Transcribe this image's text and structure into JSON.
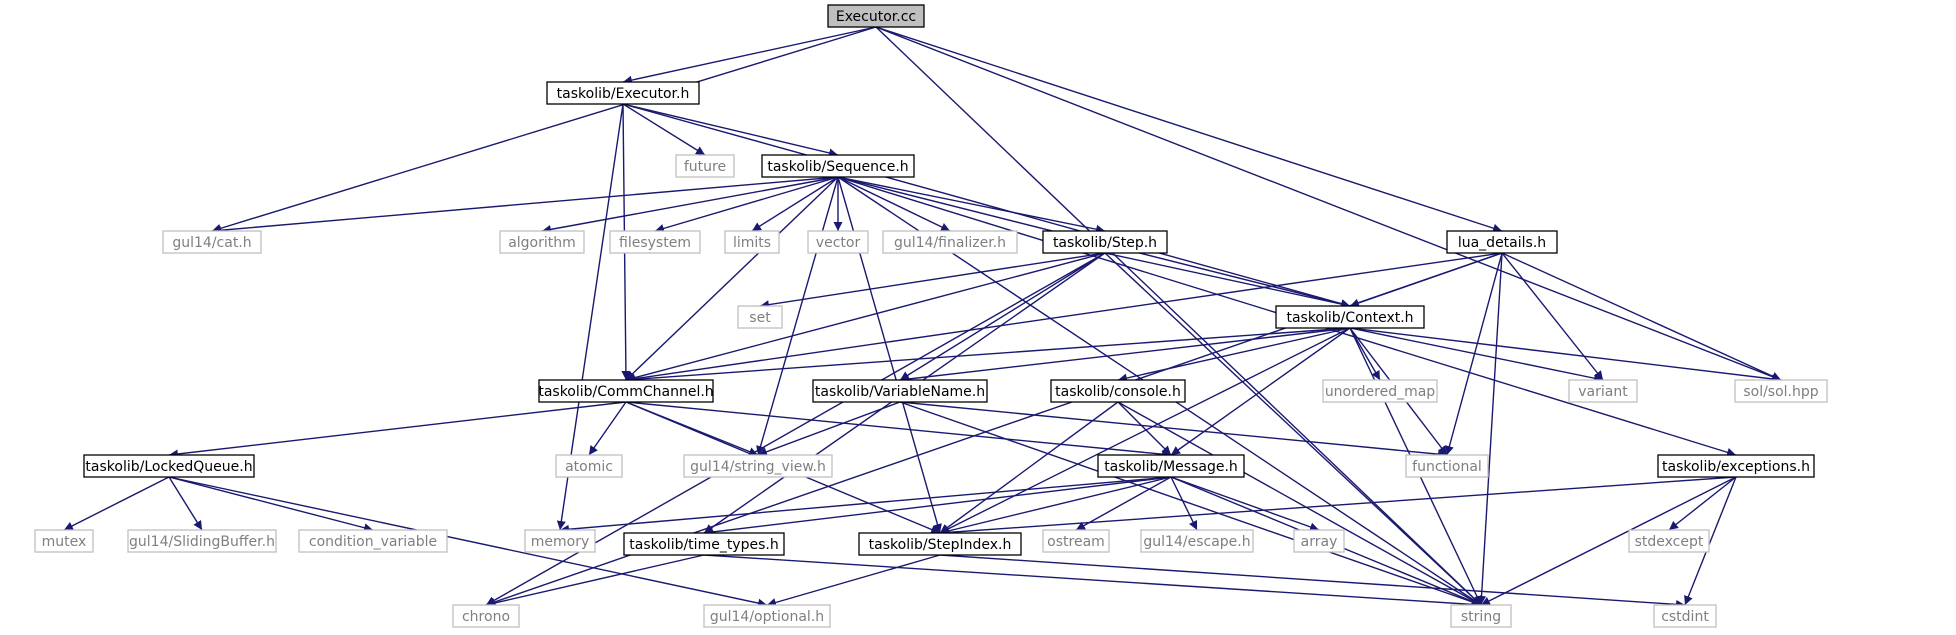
{
  "colors": {
    "edge": "#191970",
    "project_border": "#000000",
    "system_border": "#bfbfbf",
    "system_text": "#7f7f7f",
    "root_fill": "#bfbfbf"
  },
  "nodes": [
    {
      "id": "executor_cc",
      "label": "Executor.cc",
      "kind": "root"
    },
    {
      "id": "executor_h",
      "label": "taskolib/Executor.h",
      "kind": "project"
    },
    {
      "id": "future",
      "label": "future",
      "kind": "system"
    },
    {
      "id": "sequence_h",
      "label": "taskolib/Sequence.h",
      "kind": "project"
    },
    {
      "id": "cat_h",
      "label": "gul14/cat.h",
      "kind": "system"
    },
    {
      "id": "algorithm",
      "label": "algorithm",
      "kind": "system"
    },
    {
      "id": "filesystem",
      "label": "filesystem",
      "kind": "system"
    },
    {
      "id": "limits",
      "label": "limits",
      "kind": "system"
    },
    {
      "id": "vector",
      "label": "vector",
      "kind": "system"
    },
    {
      "id": "finalizer_h",
      "label": "gul14/finalizer.h",
      "kind": "system"
    },
    {
      "id": "step_h",
      "label": "taskolib/Step.h",
      "kind": "project"
    },
    {
      "id": "lua_details_h",
      "label": "lua_details.h",
      "kind": "project"
    },
    {
      "id": "set",
      "label": "set",
      "kind": "system"
    },
    {
      "id": "context_h",
      "label": "taskolib/Context.h",
      "kind": "project"
    },
    {
      "id": "commchannel_h",
      "label": "taskolib/CommChannel.h",
      "kind": "project"
    },
    {
      "id": "variablename_h",
      "label": "taskolib/VariableName.h",
      "kind": "project"
    },
    {
      "id": "console_h",
      "label": "taskolib/console.h",
      "kind": "project"
    },
    {
      "id": "unordered_map",
      "label": "unordered_map",
      "kind": "system"
    },
    {
      "id": "variant",
      "label": "variant",
      "kind": "system"
    },
    {
      "id": "sol_hpp",
      "label": "sol/sol.hpp",
      "kind": "system"
    },
    {
      "id": "lockedqueue_h",
      "label": "taskolib/LockedQueue.h",
      "kind": "project"
    },
    {
      "id": "atomic",
      "label": "atomic",
      "kind": "system"
    },
    {
      "id": "string_view_h",
      "label": "gul14/string_view.h",
      "kind": "system"
    },
    {
      "id": "message_h",
      "label": "taskolib/Message.h",
      "kind": "project"
    },
    {
      "id": "functional",
      "label": "functional",
      "kind": "system"
    },
    {
      "id": "exceptions_h",
      "label": "taskolib/exceptions.h",
      "kind": "project"
    },
    {
      "id": "mutex",
      "label": "mutex",
      "kind": "system"
    },
    {
      "id": "slidingbuffer_h",
      "label": "gul14/SlidingBuffer.h",
      "kind": "system"
    },
    {
      "id": "condition_variable",
      "label": "condition_variable",
      "kind": "system"
    },
    {
      "id": "memory",
      "label": "memory",
      "kind": "system"
    },
    {
      "id": "time_types_h",
      "label": "taskolib/time_types.h",
      "kind": "project"
    },
    {
      "id": "stepindex_h",
      "label": "taskolib/StepIndex.h",
      "kind": "project"
    },
    {
      "id": "ostream",
      "label": "ostream",
      "kind": "system"
    },
    {
      "id": "escape_h",
      "label": "gul14/escape.h",
      "kind": "system"
    },
    {
      "id": "array",
      "label": "array",
      "kind": "system"
    },
    {
      "id": "stdexcept",
      "label": "stdexcept",
      "kind": "system"
    },
    {
      "id": "chrono",
      "label": "chrono",
      "kind": "system"
    },
    {
      "id": "optional_h",
      "label": "gul14/optional.h",
      "kind": "system"
    },
    {
      "id": "string",
      "label": "string",
      "kind": "system"
    },
    {
      "id": "cstdint",
      "label": "cstdint",
      "kind": "system"
    }
  ],
  "edges": [
    [
      "executor_cc",
      "executor_h"
    ],
    [
      "executor_cc",
      "cat_h"
    ],
    [
      "executor_cc",
      "lua_details_h"
    ],
    [
      "executor_cc",
      "sol_hpp"
    ],
    [
      "executor_cc",
      "string"
    ],
    [
      "executor_h",
      "future"
    ],
    [
      "executor_h",
      "sequence_h"
    ],
    [
      "executor_h",
      "memory"
    ],
    [
      "executor_h",
      "commchannel_h"
    ],
    [
      "executor_h",
      "context_h"
    ],
    [
      "sequence_h",
      "cat_h"
    ],
    [
      "sequence_h",
      "algorithm"
    ],
    [
      "sequence_h",
      "filesystem"
    ],
    [
      "sequence_h",
      "limits"
    ],
    [
      "sequence_h",
      "vector"
    ],
    [
      "sequence_h",
      "finalizer_h"
    ],
    [
      "sequence_h",
      "step_h"
    ],
    [
      "sequence_h",
      "context_h"
    ],
    [
      "sequence_h",
      "commchannel_h"
    ],
    [
      "sequence_h",
      "string_view_h"
    ],
    [
      "sequence_h",
      "exceptions_h"
    ],
    [
      "sequence_h",
      "stepindex_h"
    ],
    [
      "sequence_h",
      "string"
    ],
    [
      "step_h",
      "set"
    ],
    [
      "step_h",
      "context_h"
    ],
    [
      "step_h",
      "commchannel_h"
    ],
    [
      "step_h",
      "variablename_h"
    ],
    [
      "step_h",
      "time_types_h"
    ],
    [
      "step_h",
      "chrono"
    ],
    [
      "step_h",
      "string"
    ],
    [
      "lua_details_h",
      "context_h"
    ],
    [
      "lua_details_h",
      "commchannel_h"
    ],
    [
      "lua_details_h",
      "variant"
    ],
    [
      "lua_details_h",
      "sol_hpp"
    ],
    [
      "lua_details_h",
      "functional"
    ],
    [
      "lua_details_h",
      "string"
    ],
    [
      "lua_details_h",
      "chrono"
    ],
    [
      "context_h",
      "commchannel_h"
    ],
    [
      "context_h",
      "variablename_h"
    ],
    [
      "context_h",
      "console_h"
    ],
    [
      "context_h",
      "unordered_map"
    ],
    [
      "context_h",
      "variant"
    ],
    [
      "context_h",
      "sol_hpp"
    ],
    [
      "context_h",
      "functional"
    ],
    [
      "context_h",
      "message_h"
    ],
    [
      "context_h",
      "stepindex_h"
    ],
    [
      "context_h",
      "string"
    ],
    [
      "commchannel_h",
      "lockedqueue_h"
    ],
    [
      "commchannel_h",
      "atomic"
    ],
    [
      "commchannel_h",
      "string_view_h"
    ],
    [
      "commchannel_h",
      "message_h"
    ],
    [
      "commchannel_h",
      "stepindex_h"
    ],
    [
      "variablename_h",
      "string_view_h"
    ],
    [
      "variablename_h",
      "functional"
    ],
    [
      "variablename_h",
      "string"
    ],
    [
      "console_h",
      "message_h"
    ],
    [
      "console_h",
      "stepindex_h"
    ],
    [
      "console_h",
      "string"
    ],
    [
      "lockedqueue_h",
      "mutex"
    ],
    [
      "lockedqueue_h",
      "slidingbuffer_h"
    ],
    [
      "lockedqueue_h",
      "condition_variable"
    ],
    [
      "lockedqueue_h",
      "optional_h"
    ],
    [
      "message_h",
      "memory"
    ],
    [
      "message_h",
      "time_types_h"
    ],
    [
      "message_h",
      "stepindex_h"
    ],
    [
      "message_h",
      "ostream"
    ],
    [
      "message_h",
      "escape_h"
    ],
    [
      "message_h",
      "array"
    ],
    [
      "message_h",
      "string"
    ],
    [
      "exceptions_h",
      "stepindex_h"
    ],
    [
      "exceptions_h",
      "stdexcept"
    ],
    [
      "exceptions_h",
      "string"
    ],
    [
      "exceptions_h",
      "cstdint"
    ],
    [
      "time_types_h",
      "chrono"
    ],
    [
      "time_types_h",
      "string"
    ],
    [
      "stepindex_h",
      "optional_h"
    ],
    [
      "stepindex_h",
      "cstdint"
    ]
  ]
}
